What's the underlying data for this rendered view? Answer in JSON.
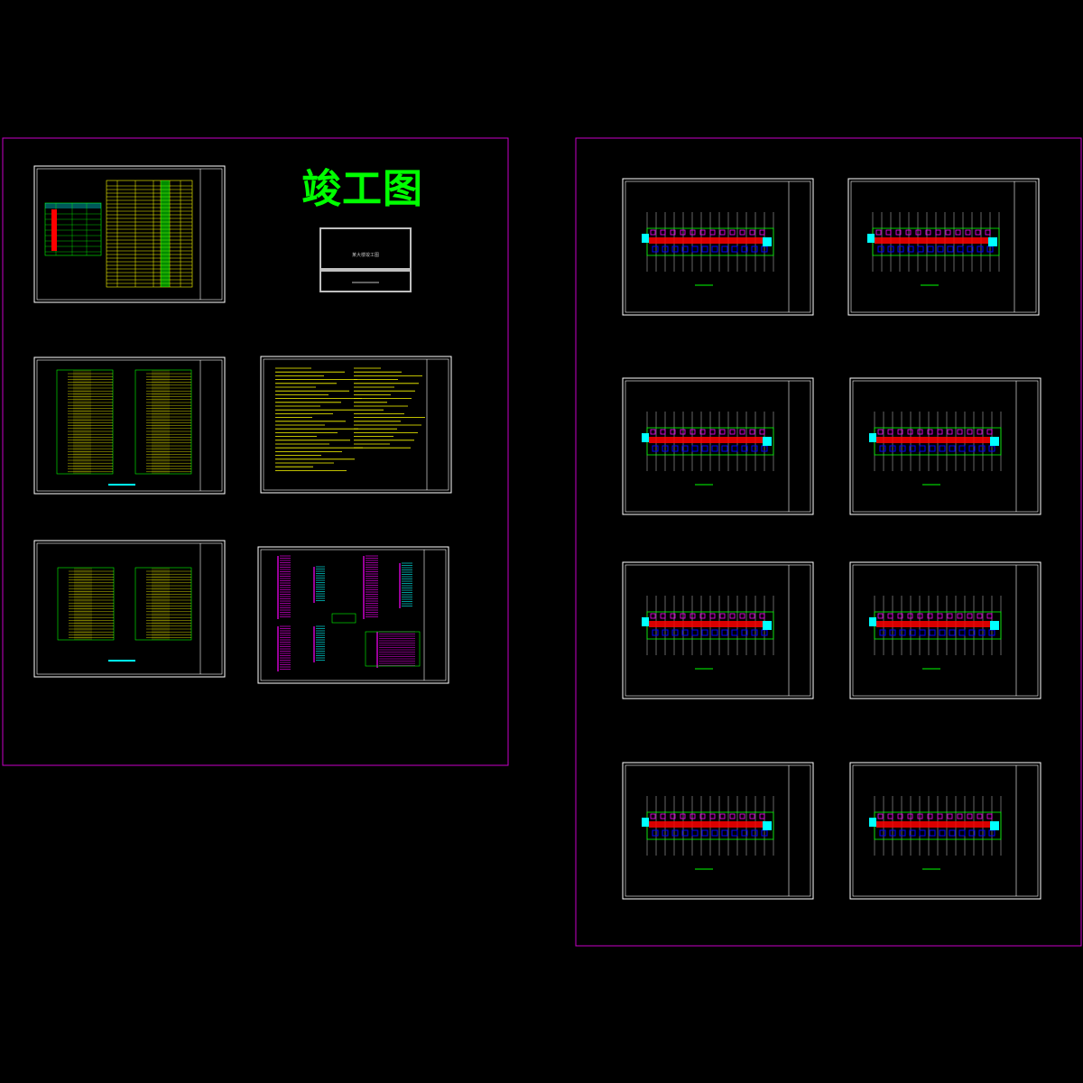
{
  "title": "竣工图",
  "cover_box": {
    "label": "某大楼竣工图"
  },
  "colors": {
    "background": "#000000",
    "border_magenta": "#c800c8",
    "title_green": "#00ff00",
    "sheet_white": "#ffffff",
    "yellow": "#ffff00",
    "green": "#00ff00",
    "red": "#ff0000",
    "cyan": "#00ffff",
    "blue": "#0000ff",
    "magenta": "#ff00ff",
    "gray": "#bfbfbf"
  },
  "groups": [
    {
      "name": "left-sheet-set",
      "sheets": [
        "legend-table-sheet",
        "riser-sheet-1",
        "design-notes-sheet",
        "riser-sheet-2",
        "system-diagram-sheet"
      ]
    },
    {
      "name": "right-sheet-set",
      "sheets": [
        "floor-plan-1",
        "floor-plan-2",
        "floor-plan-3",
        "floor-plan-4",
        "floor-plan-5",
        "floor-plan-6",
        "floor-plan-7",
        "floor-plan-8"
      ]
    }
  ]
}
